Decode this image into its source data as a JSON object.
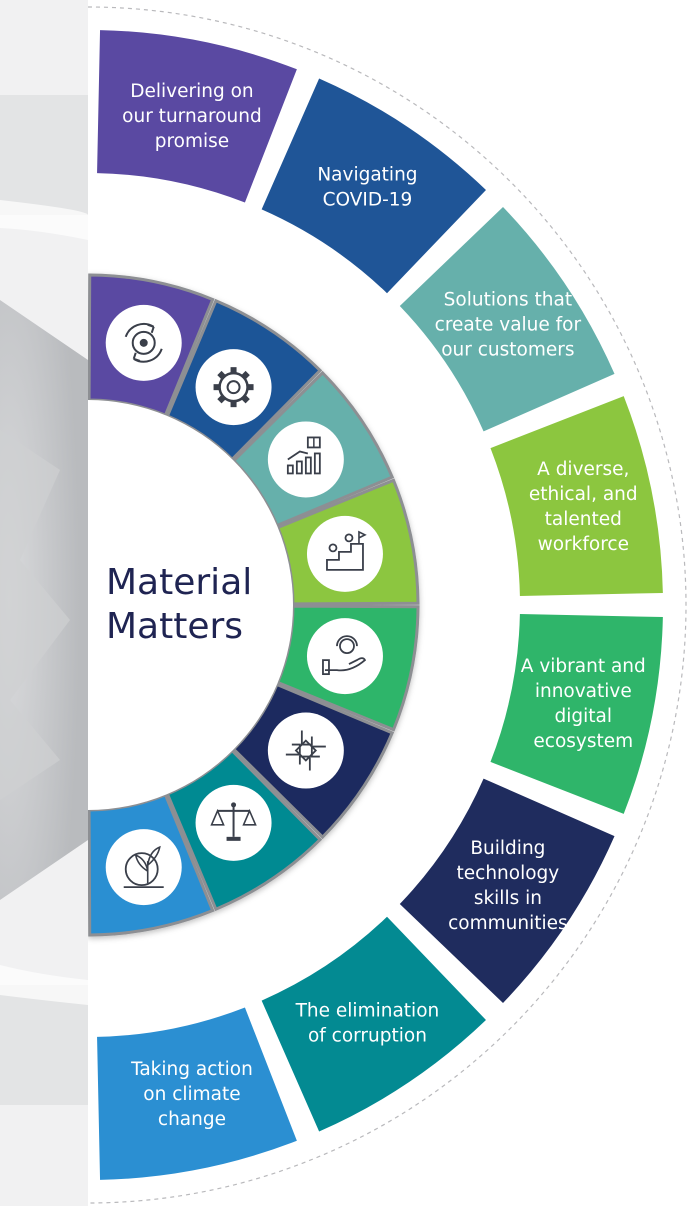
{
  "title_lines": [
    "Material",
    "Matters"
  ],
  "colors": {
    "background_left": "#e9eaeb",
    "band_gray": "#dcdcde",
    "ring_white": "#ffffff",
    "title_navy": "#1f2452",
    "dashed_line": "#b9b9bc"
  },
  "matters": [
    {
      "lines": [
        "Delivering on",
        "our turnaround",
        "promise"
      ],
      "color": "#5a49a2",
      "icon": "cycle-gear-icon"
    },
    {
      "lines": [
        "Navigating",
        "COVID-19"
      ],
      "color": "#1f5597",
      "icon": "gear-virus-icon"
    },
    {
      "lines": [
        "Solutions that",
        "create value for",
        "our customers"
      ],
      "color": "#66b0ab",
      "icon": "growth-gift-icon"
    },
    {
      "lines": [
        "A diverse,",
        "ethical, and",
        "talented",
        "workforce"
      ],
      "color": "#8cc63f",
      "icon": "team-climb-icon"
    },
    {
      "lines": [
        "A vibrant and",
        "innovative",
        "digital",
        "ecosystem"
      ],
      "color": "#2fb56a",
      "icon": "hand-support-icon"
    },
    {
      "lines": [
        "Building",
        "technology",
        "skills in",
        "communities"
      ],
      "color": "#1f2c5e",
      "icon": "joined-hands-icon"
    },
    {
      "lines": [
        "The elimination",
        "of corruption"
      ],
      "color": "#038a92",
      "icon": "scales-icon"
    },
    {
      "lines": [
        "Taking action",
        "on climate",
        "change"
      ],
      "color": "#2b8fd2",
      "icon": "globe-plant-icon"
    }
  ]
}
